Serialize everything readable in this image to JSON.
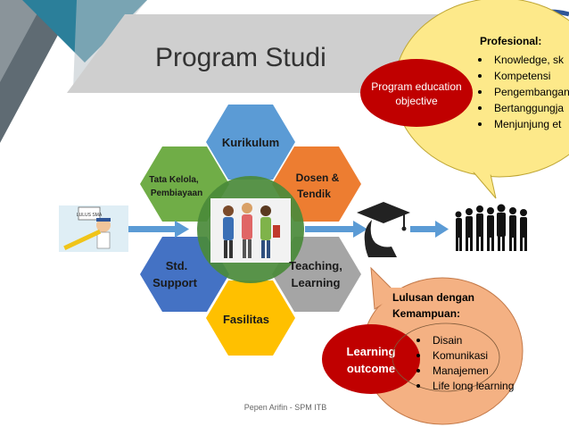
{
  "title": "Program Studi",
  "colors": {
    "triangle_dark": "#5f6b73",
    "triangle_teal": "#2b7f9a",
    "banner": "#cfcfcf",
    "speech_yellow": "#fde98a",
    "speech_orange": "#f4b183",
    "oval_red": "#c00000",
    "hex_blue": "#5b9bd5",
    "hex_orange": "#ed7d31",
    "hex_gray": "#a5a5a5",
    "hex_yellow": "#ffc000",
    "hex_darkblue": "#4472c4",
    "hex_green": "#70ad47",
    "arrow_blue": "#5b9bd5"
  },
  "hexagons": {
    "kurikulum": "Kurikulum",
    "dosen_line1": "Dosen &",
    "dosen_line2": "Tendik",
    "teaching_line1": "Teaching,",
    "teaching_line2": "Learning",
    "fasilitas": "Fasilitas",
    "support_line1": "Std.",
    "support_line2": "Support",
    "tata_line1": "Tata Kelola,",
    "tata_line2": "Pembiayaan"
  },
  "peo": {
    "oval_line1": "Program education",
    "oval_line2": "objective",
    "heading": "Profesional:",
    "items": [
      "Knowledge, sk",
      "Kompetensi",
      "Pengembangan",
      "Bertanggungja",
      "Menjunjung et"
    ]
  },
  "lo": {
    "heading_line1": "Lulusan dengan",
    "heading_line2": "Kemampuan:",
    "oval_line1": "Learning",
    "oval_line2": "outcome",
    "items": [
      "Disain",
      "Komunikasi",
      "Manajemen",
      "Life long learning"
    ]
  },
  "student_sign": "LULUS SMA",
  "footer": "Pepen Arifin - SPM ITB",
  "icons": [
    "student-illustration-icon",
    "students-group-icon",
    "graduate-head-icon",
    "crowd-silhouette-icon",
    "logo-icon"
  ]
}
